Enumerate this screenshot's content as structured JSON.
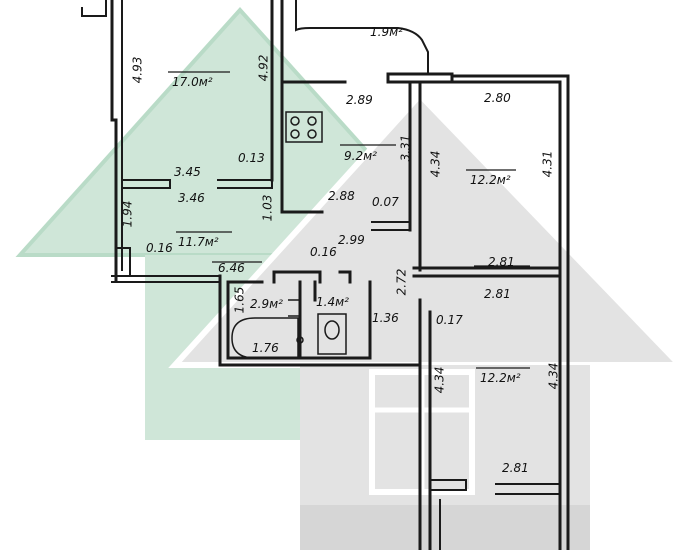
{
  "colors": {
    "watermark_green": "#cfe6d8",
    "watermark_green_edge": "#b9dbc7",
    "watermark_gray": "#e3e3e3",
    "watermark_gray_dark": "#d6d6d6",
    "wall": "#1a1a1a"
  },
  "icons": {
    "stove": "stove-icon",
    "toilet": "toilet-icon",
    "bathtub": "bathtub-icon",
    "sink": "sink-icon"
  },
  "rooms": {
    "room_top_left": "17.0м²",
    "kitchen": "9.2м²",
    "room_left": "11.7м²",
    "room_right_top": "12.2м²",
    "room_right_bottom": "12.2м²",
    "bathroom": "2.9м²",
    "toilet": "1.4м²",
    "balcony": "1.9м²"
  },
  "dimensions": {
    "d_493": "4.93",
    "d_492": "4.92",
    "d_289": "2.89",
    "d_280": "2.80",
    "d_331": "3.31",
    "d_434_a": "4.34",
    "d_431": "4.31",
    "d_345": "3.45",
    "d_013": "0.13",
    "d_346": "3.46",
    "d_103": "1.03",
    "d_288": "2.88",
    "d_007": "0.07",
    "d_194": "1.94",
    "d_016_a": "0.16",
    "d_299": "2.99",
    "d_016_b": "0.16",
    "d_646": "6.46",
    "d_272": "2.72",
    "d_281_a": "2.81",
    "d_281_b": "2.81",
    "d_165": "1.65",
    "d_136": "1.36",
    "d_017": "0.17",
    "d_176": "1.76",
    "d_434_b": "4.34",
    "d_434_c": "4.34",
    "d_281_c": "2.81"
  }
}
